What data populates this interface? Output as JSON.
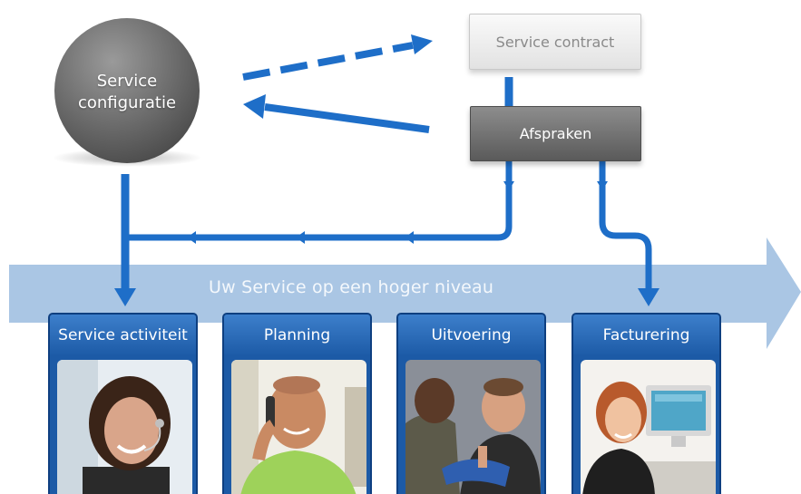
{
  "circle": {
    "line1": "Service",
    "line2": "configuratie"
  },
  "boxes": {
    "contract": "Service contract",
    "afspraken": "Afspraken"
  },
  "banner": {
    "text": "Uw Service op een hoger niveau"
  },
  "cards": [
    {
      "title": "Service activiteit",
      "photo": "woman-headset-photo"
    },
    {
      "title": "Planning",
      "photo": "man-phone-photo"
    },
    {
      "title": "Uitvoering",
      "photo": "technicians-photo"
    },
    {
      "title": "Facturering",
      "photo": "woman-computer-photo"
    }
  ],
  "colors": {
    "flow_blue": "#1e6ec8",
    "banner_blue": "#aac6e4",
    "card_blue": "#1c5aa6",
    "circle_gray": "#6b6b6b",
    "box_dark_gray": "#666666",
    "box_light_gray": "#efefef"
  }
}
